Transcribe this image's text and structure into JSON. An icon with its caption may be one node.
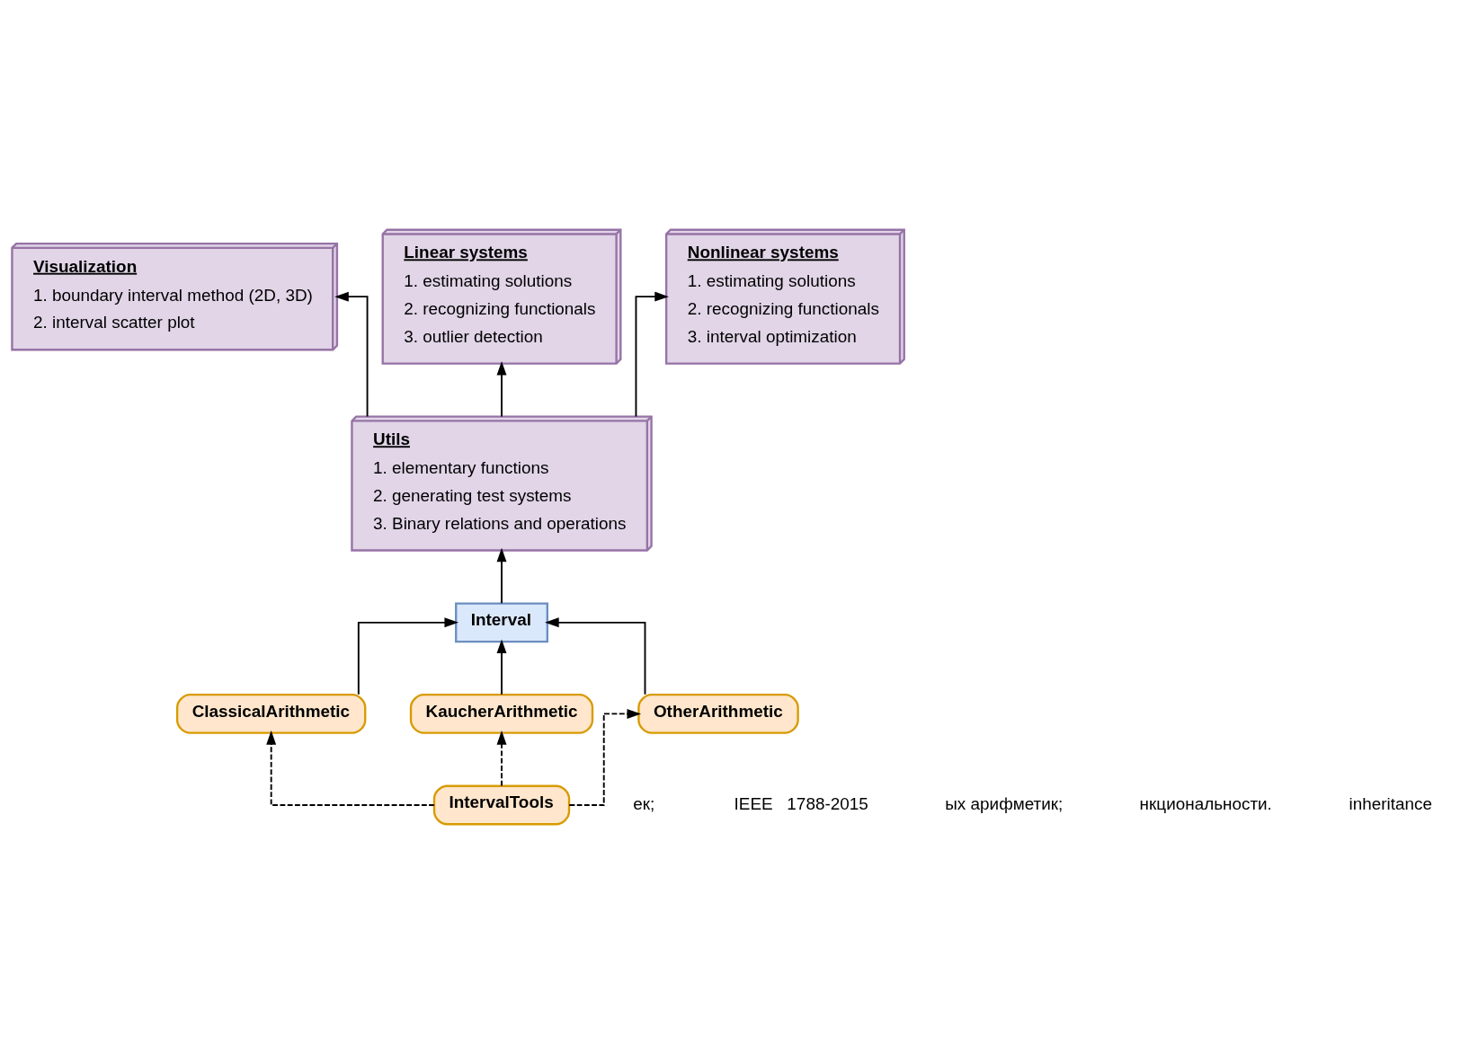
{
  "diagram": {
    "nodes": [
      {
        "text": [
          "Visualization",
          "1. boundary interval method (2D, 3D)",
          "2. interval scatter plot"
        ]
      },
      {
        "text": [
          "Linear systems",
          "1. estimating solutions",
          "2. recognizing functionals",
          "3. outlier detection"
        ]
      },
      {
        "text": [
          "Nonlinear systems",
          "1. estimating solutions",
          "2. recognizing functionals",
          "3. interval optimization"
        ]
      },
      {
        "text": [
          "Utils",
          "1. elementary functions",
          "2. generating test systems",
          "3. Binary relations and operations"
        ]
      },
      {
        "text": [
          "Interval"
        ]
      },
      {
        "text": [
          "ClassicalArithmetic"
        ]
      },
      {
        "text": [
          "KaucherArithmetic"
        ]
      },
      {
        "text": [
          "OtherArithmetic"
        ]
      },
      {
        "text": [
          "IntervalTools"
        ]
      }
    ],
    "edges": [
      {
        "from": 3,
        "to": 0,
        "arrow": "to"
      },
      {
        "from": 3,
        "to": 1,
        "arrow": "to"
      },
      {
        "from": 3,
        "to": 2,
        "arrow": "to"
      },
      {
        "from": 4,
        "to": 3,
        "arrow": "to"
      },
      {
        "from": 5,
        "to": 4,
        "arrow": "to"
      },
      {
        "from": 6,
        "to": 4,
        "arrow": "to"
      },
      {
        "from": 7,
        "to": 4,
        "arrow": "to"
      },
      {
        "from": 8,
        "to": 5,
        "arrow": "to",
        "style": "dashed"
      },
      {
        "from": 8,
        "to": 6,
        "arrow": "to",
        "style": "dashed"
      },
      {
        "from": 8,
        "to": 7,
        "arrow": "to",
        "style": "dashed"
      }
    ],
    "labels": [
      "ек;",
      "IEEE   1788-2015",
      "ых арифметик;",
      "нкциональности.",
      "inheritance"
    ]
  }
}
